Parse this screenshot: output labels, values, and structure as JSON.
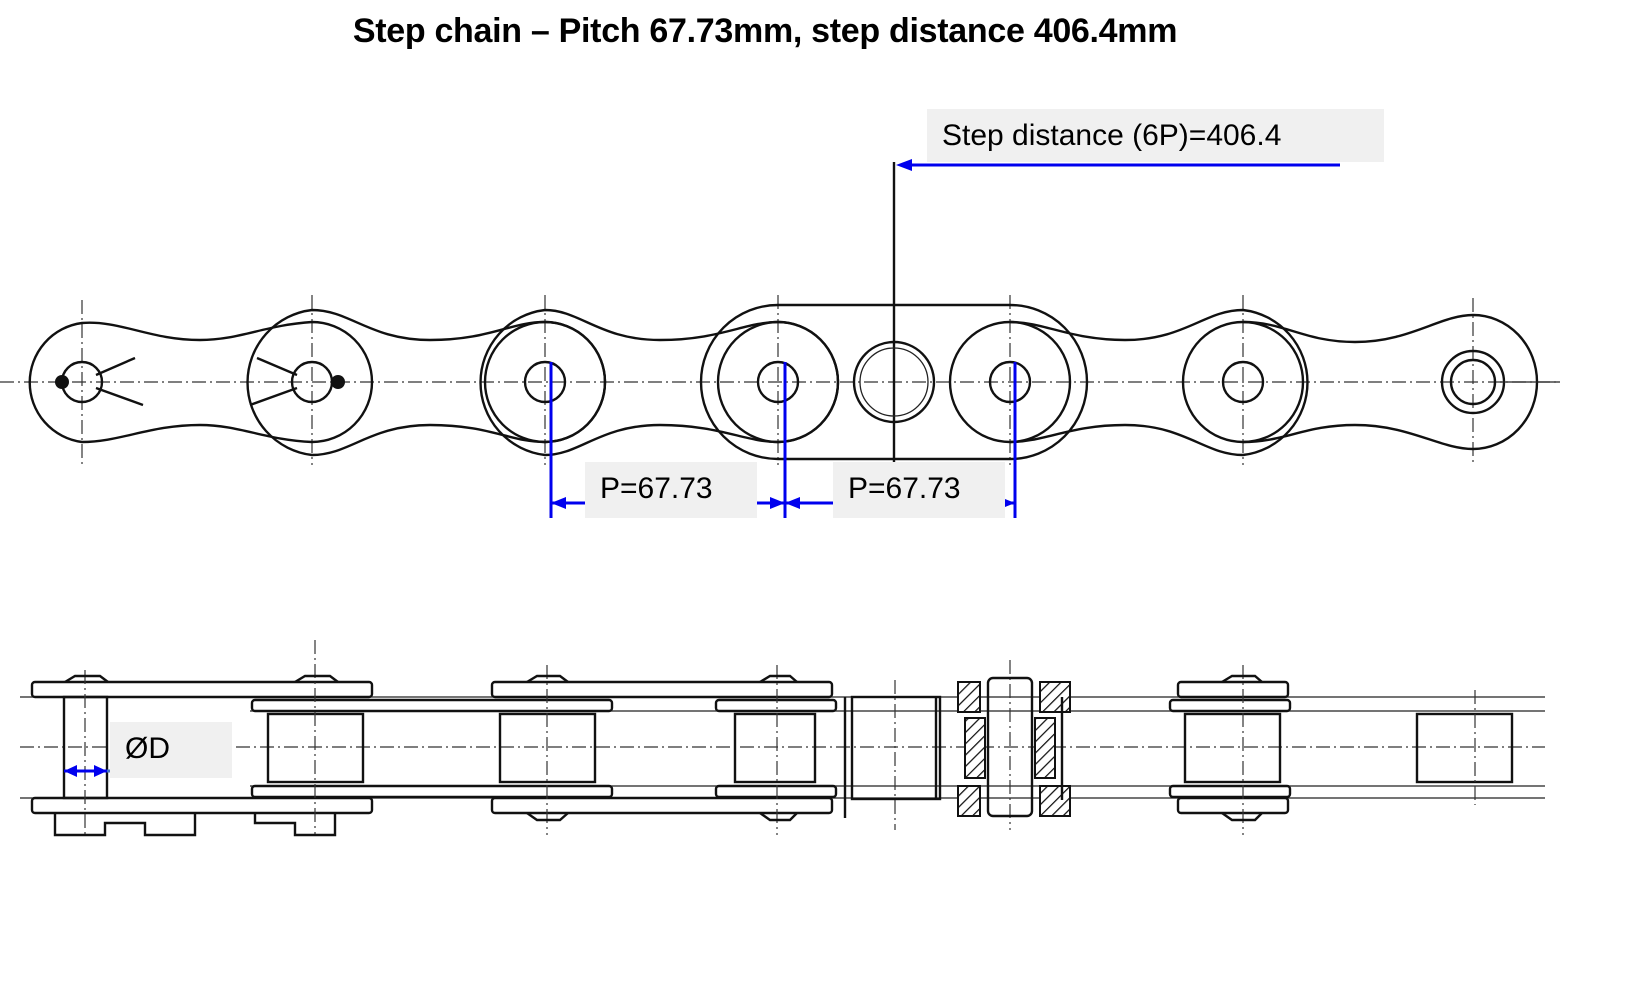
{
  "title": "Step chain – Pitch 67.73mm, step distance 406.4mm",
  "annotations": {
    "step_distance": "Step distance (6P)=406.4",
    "pitch_left": "P=67.73",
    "pitch_right": "P=67.73",
    "diameter": "ØD"
  },
  "drawing": {
    "views": [
      "top view (link plates)",
      "side view (rollers and pins)"
    ],
    "pitch_mm": 67.73,
    "step_distance_mm": 406.4,
    "step_distance_pitches": 6,
    "dimension_color": "#0000ee",
    "label_background": "#f0f0f0"
  }
}
